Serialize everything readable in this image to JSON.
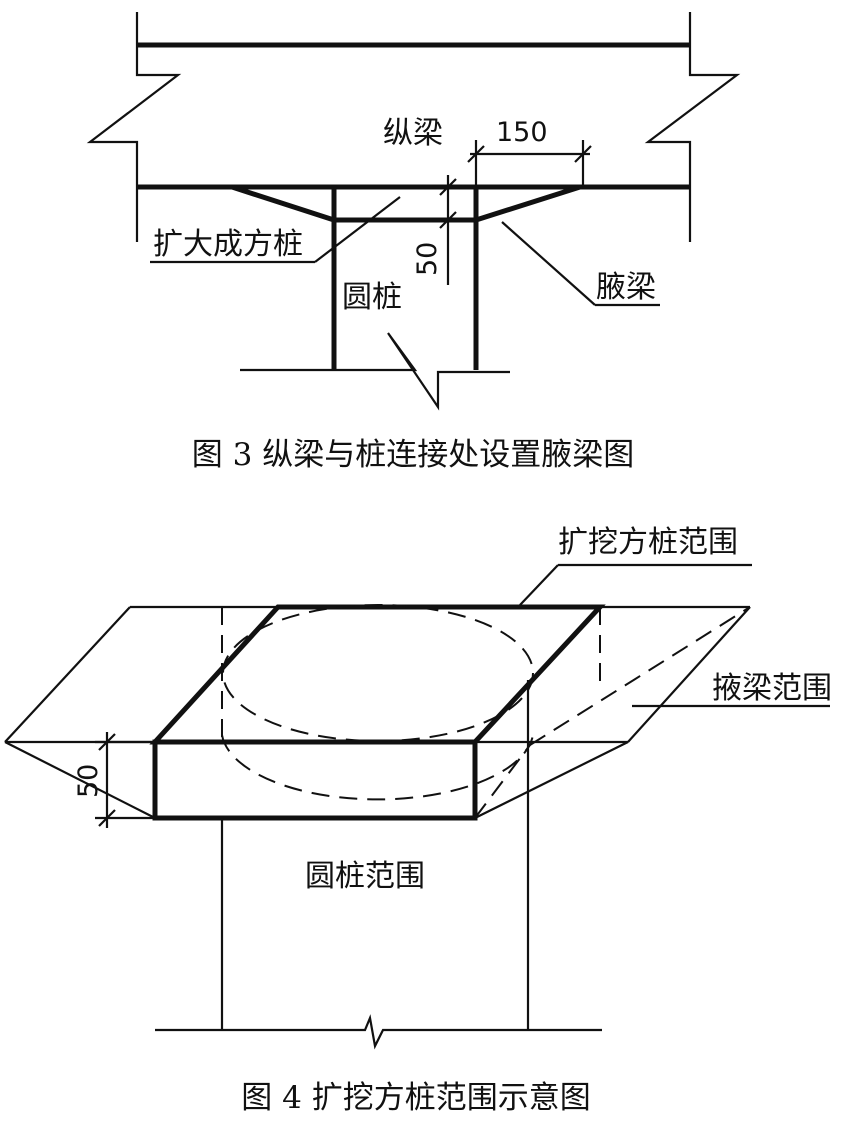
{
  "figure3": {
    "caption": "图 3  纵梁与桩连接处设置腋梁图",
    "labels": {
      "longitudinal_beam": "纵梁",
      "dimension_width": "150",
      "dimension_height": "50",
      "enlarged_square_pile": "扩大成方桩",
      "round_pile": "圆桩",
      "haunch_beam": "腋梁"
    }
  },
  "figure4": {
    "caption": "图 4  扩挖方桩范围示意图",
    "labels": {
      "excavated_square_pile_range": "扩挖方桩范围",
      "haunch_beam_range": "掖梁范围",
      "dimension_height": "50",
      "round_pile_range": "圆桩范围"
    }
  }
}
